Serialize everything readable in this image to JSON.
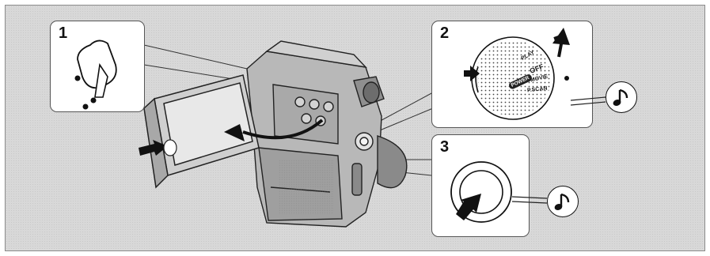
{
  "panels": [
    {
      "step": "1"
    },
    {
      "step": "2"
    },
    {
      "step": "3"
    }
  ],
  "dial": {
    "power": "POWER",
    "play": "PLAY",
    "off": "OFF",
    "movie": "MOVIE",
    "pscan": "P.SCAN"
  },
  "icons": {
    "camcorder": "camcorder-illustration",
    "beep": "music-note-icon",
    "press": "arrow-icon"
  },
  "colors": {
    "background": "#d8d8d8",
    "ink": "#111111",
    "panel": "#ffffff"
  }
}
